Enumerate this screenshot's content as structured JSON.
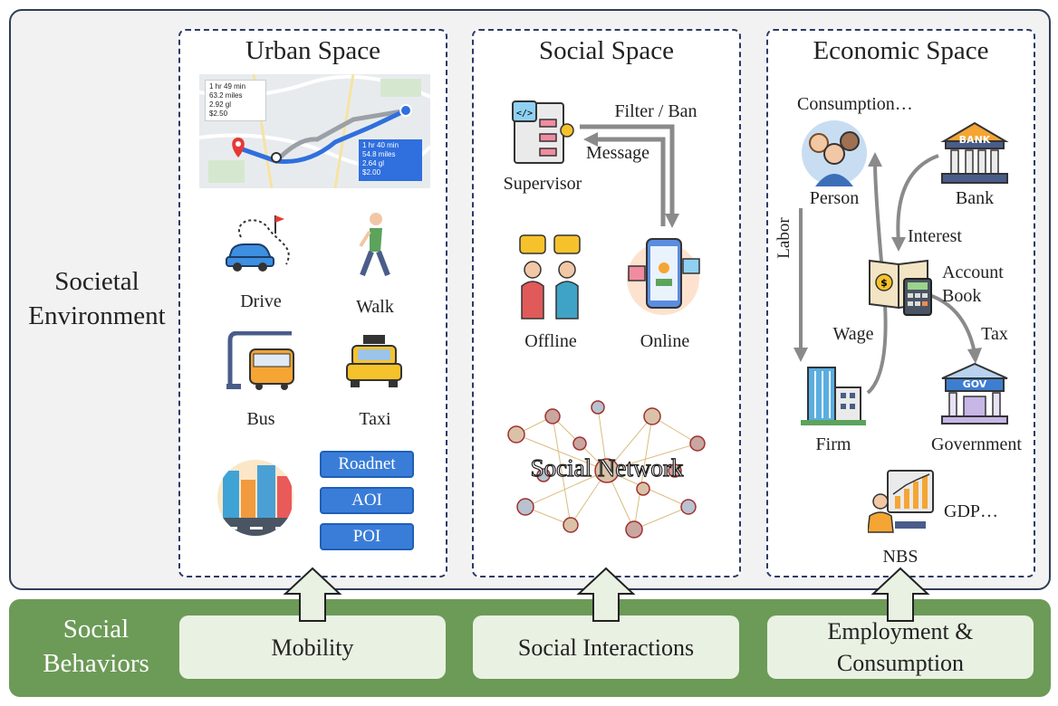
{
  "environment": {
    "label_line1": "Societal",
    "label_line2": "Environment"
  },
  "behaviors": {
    "label_line1": "Social",
    "label_line2": "Behaviors",
    "items": [
      {
        "line1": "Mobility",
        "line2": ""
      },
      {
        "line1": "Social Interactions",
        "line2": ""
      },
      {
        "line1": "Employment &",
        "line2": "Consumption"
      }
    ]
  },
  "urban": {
    "title": "Urban Space",
    "map": {
      "route1": {
        "time": "1 hr 49 min",
        "distance": "63.2 miles",
        "fuel": "2.92 gl",
        "cost": "$2.50"
      },
      "route2": {
        "time": "1 hr 40 min",
        "distance": "54.8 miles",
        "fuel": "2.64 gl",
        "cost": "$2.00"
      }
    },
    "modes": [
      "Drive",
      "Walk",
      "Bus",
      "Taxi"
    ],
    "tags": [
      "Roadnet",
      "AOI",
      "POI"
    ]
  },
  "social": {
    "title": "Social Space",
    "supervisor": "Supervisor",
    "filter": "Filter / Ban",
    "message": "Message",
    "offline": "Offline",
    "online": "Online",
    "network": "Social Network"
  },
  "economic": {
    "title": "Economic Space",
    "consumption": "Consumption…",
    "person": "Person",
    "bank": "Bank",
    "bank_sign": "BANK",
    "labor": "Labor",
    "interest": "Interest",
    "account_line1": "Account",
    "account_line2": "Book",
    "wage": "Wage",
    "tax": "Tax",
    "firm": "Firm",
    "government": "Government",
    "gov_sign": "GOV",
    "gdp": "GDP…",
    "nbs": "NBS"
  },
  "colors": {
    "frame": "#2f3d57",
    "behavior_band": "#6c9a57",
    "tag_fill": "#3a7dd8",
    "arrow_gray": "#8a8a8a"
  }
}
